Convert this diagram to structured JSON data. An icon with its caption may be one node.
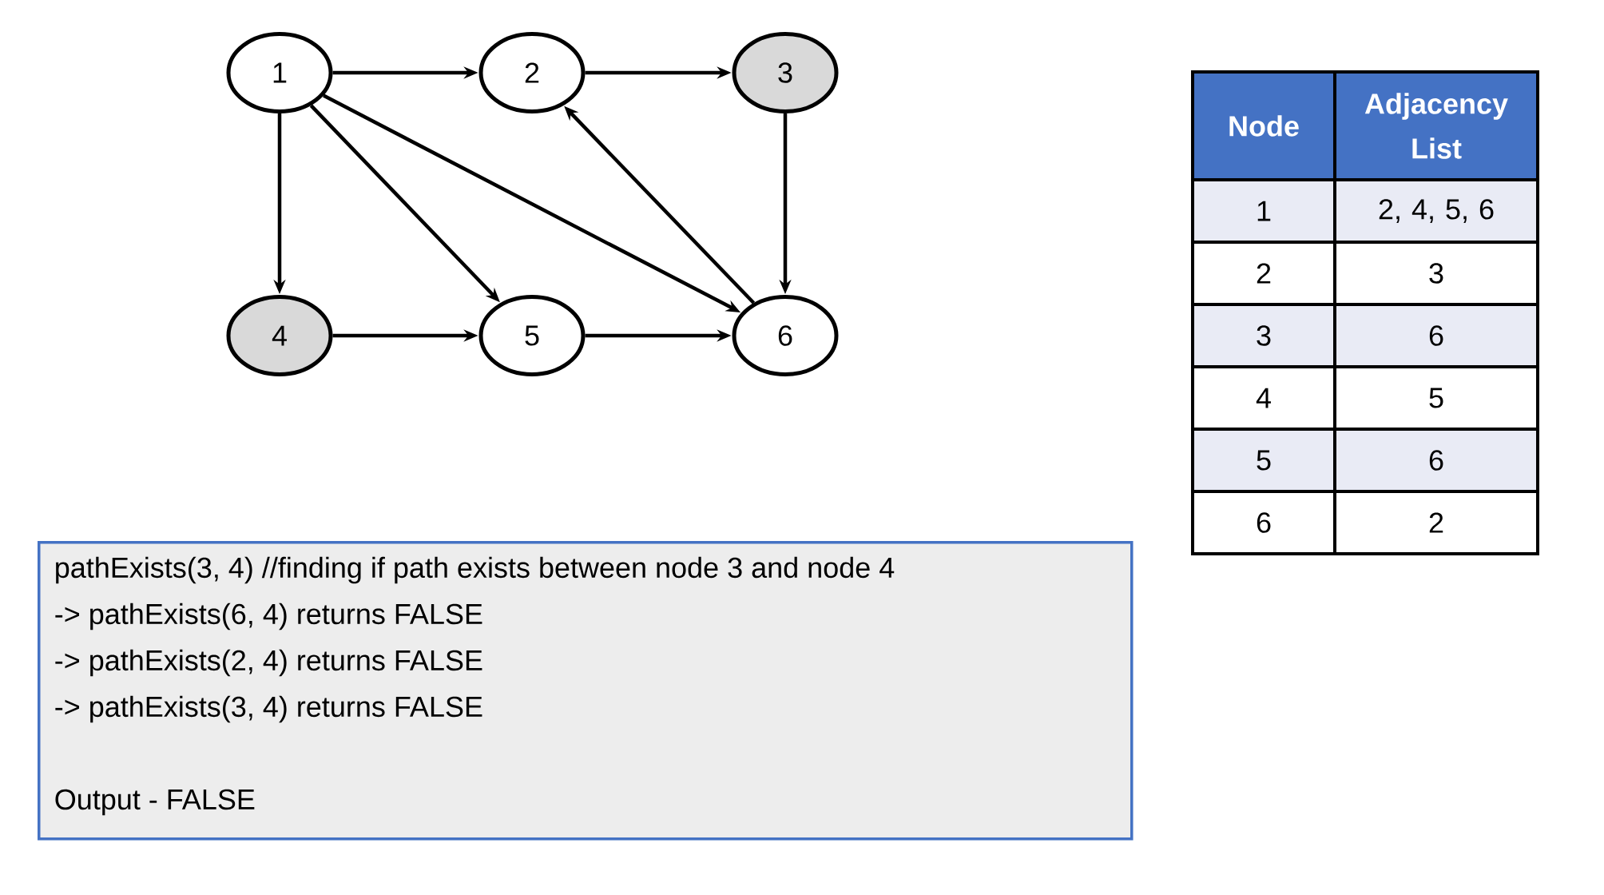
{
  "diagram": {
    "nodes": [
      {
        "text": [
          "1"
        ]
      },
      {
        "text": [
          "2"
        ]
      },
      {
        "text": [
          "3"
        ]
      },
      {
        "text": [
          "4"
        ]
      },
      {
        "text": [
          "5"
        ]
      },
      {
        "text": [
          "6"
        ]
      },
      {
        "text": [
          "pathExists(3, 4) //finding if path exists between node 3 and node 4",
          "-> pathExists(6, 4) returns FALSE",
          "-> pathExists(2, 4) returns FALSE",
          "-> pathExists(3, 4) returns FALSE",
          "Output - FALSE"
        ]
      }
    ],
    "edges": [
      {
        "from": 0,
        "to": 1,
        "arrow": "to"
      },
      {
        "from": 1,
        "to": 2,
        "arrow": "to"
      },
      {
        "from": 0,
        "to": 3,
        "arrow": "to"
      },
      {
        "from": 0,
        "to": 4,
        "arrow": "to"
      },
      {
        "from": 0,
        "to": 5,
        "arrow": "to"
      },
      {
        "from": 2,
        "to": 5,
        "arrow": "to"
      },
      {
        "from": 3,
        "to": 4,
        "arrow": "to"
      },
      {
        "from": 4,
        "to": 5,
        "arrow": "to"
      },
      {
        "from": 5,
        "to": 1,
        "arrow": "to"
      }
    ],
    "labels": [
      "Node",
      "Adjacency List",
      "1",
      "2, 4, 5, 6",
      "2",
      "3",
      "3",
      "6",
      "4",
      "5",
      "5",
      "6",
      "6",
      "2"
    ]
  }
}
